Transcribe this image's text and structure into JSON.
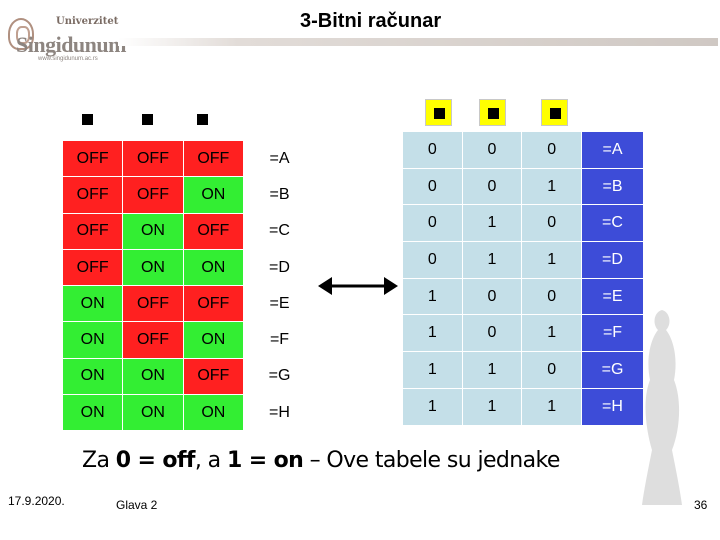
{
  "header": {
    "logo_univ": "Univerzitet",
    "logo_name": "Singidunum",
    "logo_url": "www.singidunum.ac.rs",
    "title": "3-Bitni računar"
  },
  "left_table": {
    "rows": [
      {
        "b1": "OFF",
        "b2": "OFF",
        "b3": "OFF",
        "result": "=A"
      },
      {
        "b1": "OFF",
        "b2": "OFF",
        "b3": "ON",
        "result": "=B"
      },
      {
        "b1": "OFF",
        "b2": "ON",
        "b3": "OFF",
        "result": "=C"
      },
      {
        "b1": "OFF",
        "b2": "ON",
        "b3": "ON",
        "result": "=D"
      },
      {
        "b1": "ON",
        "b2": "OFF",
        "b3": "OFF",
        "result": "=E"
      },
      {
        "b1": "ON",
        "b2": "OFF",
        "b3": "ON",
        "result": "=F"
      },
      {
        "b1": "ON",
        "b2": "ON",
        "b3": "OFF",
        "result": "=G"
      },
      {
        "b1": "ON",
        "b2": "ON",
        "b3": "ON",
        "result": "=H"
      }
    ]
  },
  "right_table": {
    "rows": [
      {
        "b1": "0",
        "b2": "0",
        "b3": "0",
        "result": "=A"
      },
      {
        "b1": "0",
        "b2": "0",
        "b3": "1",
        "result": "=B"
      },
      {
        "b1": "0",
        "b2": "1",
        "b3": "0",
        "result": "=C"
      },
      {
        "b1": "0",
        "b2": "1",
        "b3": "1",
        "result": "=D"
      },
      {
        "b1": "1",
        "b2": "0",
        "b3": "0",
        "result": "=E"
      },
      {
        "b1": "1",
        "b2": "0",
        "b3": "1",
        "result": "=F"
      },
      {
        "b1": "1",
        "b2": "1",
        "b3": "0",
        "result": "=G"
      },
      {
        "b1": "1",
        "b2": "1",
        "b3": "1",
        "result": "=H"
      }
    ]
  },
  "footnote": {
    "part1": "Za ",
    "zero": "0 = off",
    "part2": ", a ",
    "one": "1 = on",
    "part3": " – Ove tabele su jednake"
  },
  "footer": {
    "date": "17.9.2020.",
    "chapter": "Glava 2",
    "page": "36"
  },
  "colors": {
    "on": "#33ee33",
    "off": "#ff2020",
    "binary_cell": "#c4dfe8",
    "result_cell": "#3d4cd8",
    "switch_panel": "#ffff00"
  }
}
